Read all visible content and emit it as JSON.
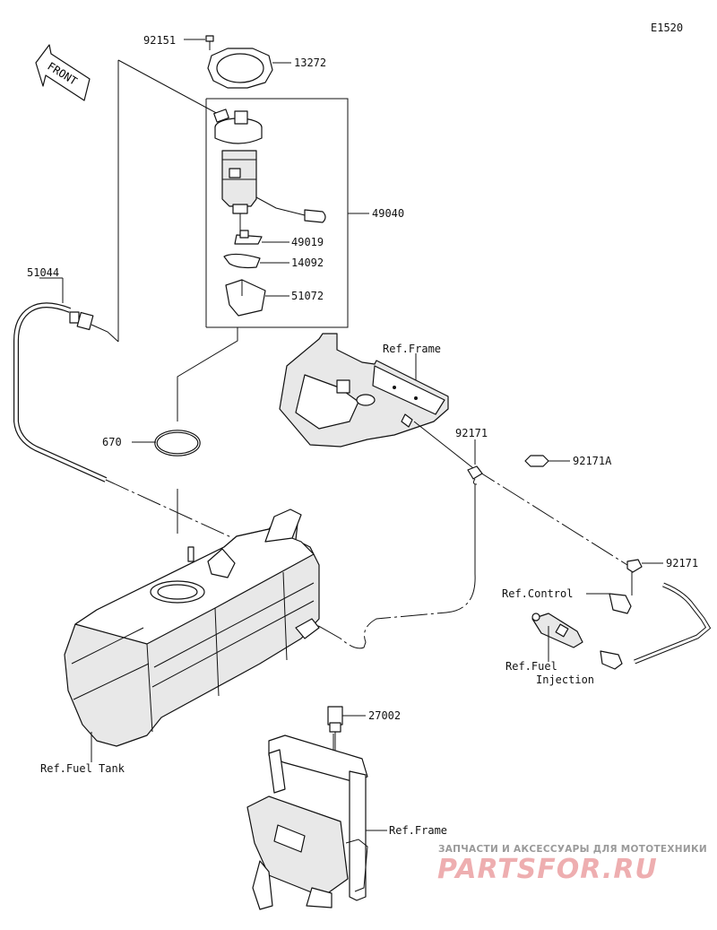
{
  "diagram_code": "E1520",
  "front_label": "FRONT",
  "parts": {
    "p92151": "92151",
    "p13272": "13272",
    "p49040": "49040",
    "p49019": "49019",
    "p14092": "14092",
    "p51072": "51072",
    "p51044": "51044",
    "p670": "670",
    "p92171_a": "92171",
    "p92171A": "92171A",
    "p92171_b": "92171",
    "p27002": "27002"
  },
  "refs": {
    "frame_top": "Ref.Frame",
    "control": "Ref.Control",
    "fuel_injection_1": "Ref.Fuel",
    "fuel_injection_2": "Injection",
    "fuel_tank": "Ref.Fuel Tank",
    "frame_bottom": "Ref.Frame"
  },
  "watermark": {
    "top": "ЗАПЧАСТИ И АКСЕССУАРЫ ДЛЯ МОТОТЕХНИКИ",
    "logo": "PARTSFOR.RU",
    "logo_color": "#d0191f"
  }
}
